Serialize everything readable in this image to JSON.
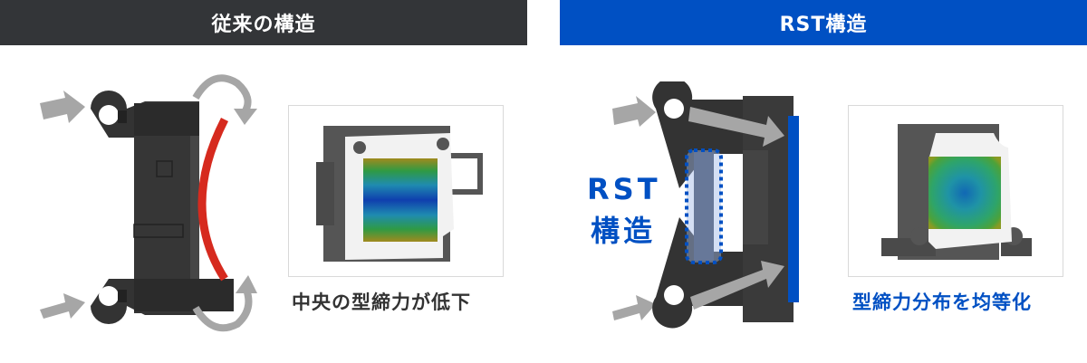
{
  "panels": {
    "conventional": {
      "title": "従来の構造",
      "caption": "中央の型締力が低下",
      "header_color": "#333538",
      "deflection_color": "#d62a1e"
    },
    "rst": {
      "title": "RST構造",
      "side_label_line1": "RST",
      "side_label_line2": "構造",
      "caption": "型締力分布を均等化",
      "header_color": "#0050c3",
      "platen_color": "#0050c3"
    }
  },
  "colors": {
    "body_dark": "#333333",
    "arrow_gray": "#a6a6a6",
    "caption_text": "#333333",
    "accent_blue": "#0050c3"
  }
}
